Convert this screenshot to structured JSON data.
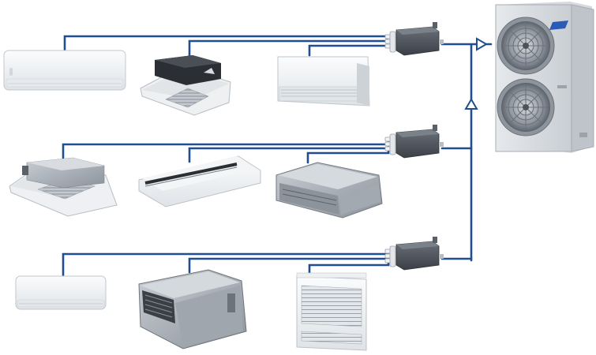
{
  "diagram": {
    "kind": "vrv-multi-split-system",
    "colors": {
      "pipe": "#1f4f8f",
      "arrow": "#1f4f8f",
      "unit_body": "#e9ecef",
      "unit_dark": "#2b2e33",
      "fan_grille": "#5f6670",
      "branch_box": "#4b5058",
      "brand_mark": "#2a5bb5"
    },
    "outdoor_unit": {
      "name": "outdoor-unit",
      "fans": 2
    },
    "rows": [
      {
        "name": "row-1",
        "branch_box": "branch-box-1",
        "indoor_units": [
          {
            "type": "wall-mounted"
          },
          {
            "type": "ceiling-cassette-dark"
          },
          {
            "type": "ceiling-suspended"
          }
        ]
      },
      {
        "name": "row-2",
        "branch_box": "branch-box-2",
        "indoor_units": [
          {
            "type": "ceiling-cassette"
          },
          {
            "type": "ceiling-suspended-wide"
          },
          {
            "type": "ducted-slim"
          }
        ]
      },
      {
        "name": "row-3",
        "branch_box": "branch-box-3",
        "indoor_units": [
          {
            "type": "wall-mounted"
          },
          {
            "type": "ducted-concealed"
          },
          {
            "type": "floor-standing"
          }
        ]
      }
    ]
  }
}
